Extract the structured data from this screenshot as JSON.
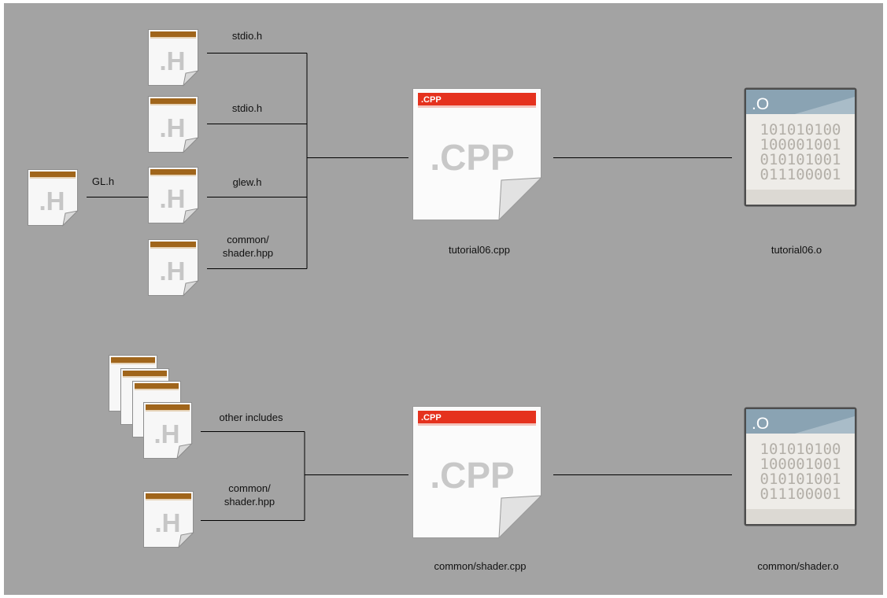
{
  "diagram": {
    "colors": {
      "background": "#a3a3a3",
      "wire": "#000000",
      "label": "#111111",
      "header_tab": "#a0651b",
      "cpp_tab": "#e5321e",
      "obj_header": "#8aa3b3"
    },
    "top": {
      "headers": [
        {
          "icon": "h-file-icon",
          "label": "stdio.h"
        },
        {
          "icon": "h-file-icon",
          "label": "stdio.h"
        },
        {
          "icon": "h-file-icon",
          "label": "glew.h"
        },
        {
          "icon": "h-file-icon",
          "label": "common/\nshader.hpp"
        }
      ],
      "gl_header": {
        "icon": "h-file-icon",
        "label": "GL.h"
      },
      "source": {
        "icon": "cpp-file-icon",
        "badge": ".CPP",
        "filename": "tutorial06.cpp"
      },
      "object": {
        "icon": "object-file-icon",
        "badge": ".O",
        "filename": "tutorial06.o"
      }
    },
    "bottom": {
      "other_includes": {
        "icon": "h-file-stack-icon",
        "label": "other includes"
      },
      "shader_header": {
        "icon": "h-file-icon",
        "label": "common/\nshader.hpp"
      },
      "source": {
        "icon": "cpp-file-icon",
        "badge": ".CPP",
        "filename": "common/shader.cpp"
      },
      "object": {
        "icon": "object-file-icon",
        "badge": ".O",
        "filename": "common/shader.o"
      }
    },
    "icon_glyphs": {
      "h": ".H",
      "cpp_large": ".CPP"
    },
    "binary_rows": [
      "101010100",
      "100001001",
      "010101001",
      "011100001"
    ]
  }
}
